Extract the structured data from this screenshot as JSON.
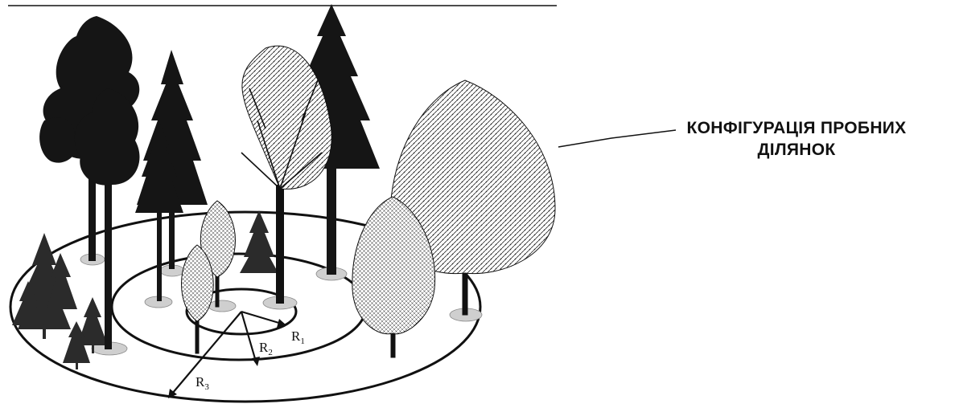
{
  "caption": {
    "line1": "КОНФІГУРАЦІЯ ПРОБНИХ",
    "line2": "ДІЛЯНОК"
  },
  "radii": [
    {
      "label": "R",
      "sub": "1"
    },
    {
      "label": "R",
      "sub": "2"
    },
    {
      "label": "R",
      "sub": "3"
    }
  ],
  "colors": {
    "ink": "#111111",
    "ground_shadow": "#cfcfcf",
    "ring_stroke": "#111111"
  }
}
